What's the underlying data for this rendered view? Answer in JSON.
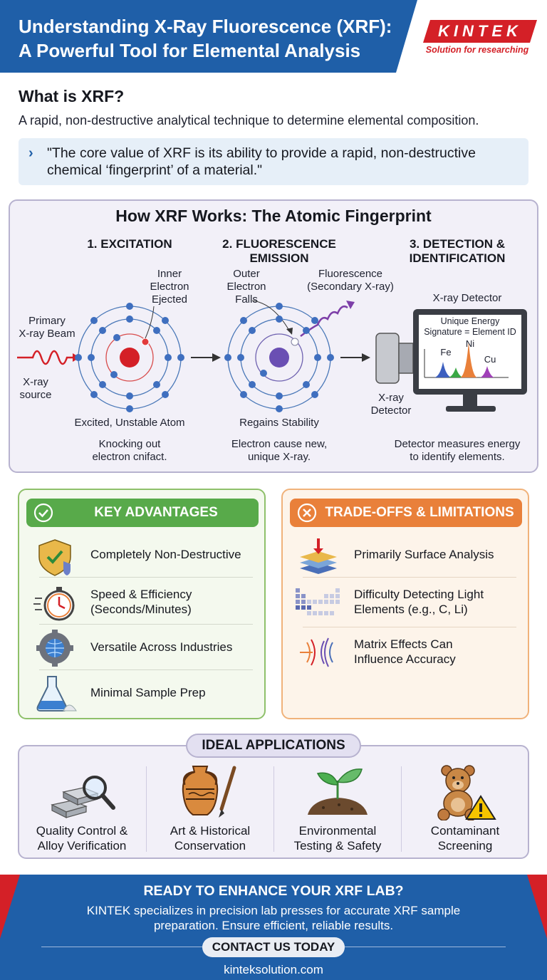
{
  "header": {
    "title_line1": "Understanding X-Ray Fluorescence (XRF):",
    "title_line2": "A Powerful Tool for Elemental Analysis",
    "logo": "KINTEK",
    "tagline": "Solution for researching",
    "colors": {
      "blue": "#1f5fa8",
      "red": "#d42027"
    }
  },
  "intro": {
    "heading": "What is XRF?",
    "description": "A rapid, non-destructive analytical technique to determine elemental composition.",
    "quote_line1": "\"The core value of XRF is its ability to provide a rapid, non-destructive",
    "quote_line2": "chemical ‘fingerprint’ of a material.\""
  },
  "how": {
    "title": "How XRF Works: The Atomic Fingerprint",
    "step1": {
      "line1": "1. EXCITATION",
      "line2": ""
    },
    "step2": {
      "line1": "2. FLUORESCENCE",
      "line2": "EMISSION"
    },
    "step3": {
      "line1": "3. DETECTION &",
      "line2": "IDENTIFICATION"
    },
    "primary_beam_1": "Primary",
    "primary_beam_2": "X-ray Beam",
    "source_1": "X-ray",
    "source_2": "source",
    "inner_1": "Inner",
    "inner_2": "Electron",
    "inner_3": "Ejected",
    "outer_1": "Outer",
    "outer_2": "Electron",
    "outer_3": "Falls",
    "fluor_1": "Fluorescence",
    "fluor_2": "(Secondary X-ray)",
    "detector_top": "X-ray Detector",
    "detector_1": "X-ray",
    "detector_2": "Detector",
    "screen_1": "Unique Energy",
    "screen_2": "Signature = Element ID",
    "peaks": [
      "Fe",
      "Ni",
      "Cu"
    ],
    "state1": "Excited, Unstable Atom",
    "state2": "Regains Stability",
    "cap1_1": "Knocking out",
    "cap1_2": "electron cnifact.",
    "cap2_1": "Electron cause new,",
    "cap2_2": "unique X-ray.",
    "cap3_1": "Detector measures energy",
    "cap3_2": "to identify elements."
  },
  "advantages": {
    "heading": "KEY ADVANTAGES",
    "items": [
      {
        "icon": "shield-check-icon",
        "l1": "Completely Non-Destructive",
        "l2": ""
      },
      {
        "icon": "stopwatch-icon",
        "l1": "Speed & Efficiency",
        "l2": "(Seconds/Minutes)"
      },
      {
        "icon": "gear-globe-icon",
        "l1": "Versatile Across Industries",
        "l2": ""
      },
      {
        "icon": "flask-icon",
        "l1": "Minimal Sample Prep",
        "l2": ""
      }
    ],
    "color": "#58aa4a"
  },
  "limitations": {
    "heading": "TRADE-OFFS & LIMITATIONS",
    "items": [
      {
        "icon": "layers-icon",
        "l1": "Primarily Surface Analysis",
        "l2": ""
      },
      {
        "icon": "periodic-table-icon",
        "l1": "Difficulty Detecting Light",
        "l2": "Elements (e.g., C, Li)"
      },
      {
        "icon": "sound-waves-icon",
        "l1": "Matrix Effects Can",
        "l2": "Influence Accuracy"
      }
    ],
    "color": "#e9803a"
  },
  "applications": {
    "heading": "IDEAL APPLICATIONS",
    "items": [
      {
        "icon": "ingots-magnifier-icon",
        "l1": "Quality Control &",
        "l2": "Alloy Verification"
      },
      {
        "icon": "amphora-brush-icon",
        "l1": "Art & Historical",
        "l2": "Conservation"
      },
      {
        "icon": "sprout-soil-icon",
        "l1": "Environmental",
        "l2": "Testing & Safety"
      },
      {
        "icon": "teddy-warning-icon",
        "l1": "Contaminant",
        "l2": "Screening"
      }
    ]
  },
  "footer": {
    "heading": "READY TO ENHANCE YOUR XRF LAB?",
    "line1": "KINTEK specializes in precision lab presses for accurate XRF sample",
    "line2": "preparation. Ensure efficient, reliable results.",
    "cta": "CONTACT US TODAY",
    "url": "kinteksolution.com"
  }
}
